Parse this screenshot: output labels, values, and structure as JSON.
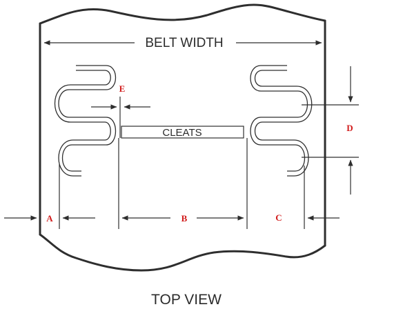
{
  "labels": {
    "belt_width": "BELT WIDTH",
    "cleats": "CLEATS",
    "view": "TOP VIEW",
    "dim_a": "A",
    "dim_b": "B",
    "dim_c": "C",
    "dim_d": "D",
    "dim_e": "E"
  },
  "colors": {
    "line": "#2e2e2e",
    "dimension_letters": "#d11a1a",
    "background": "#ffffff"
  }
}
